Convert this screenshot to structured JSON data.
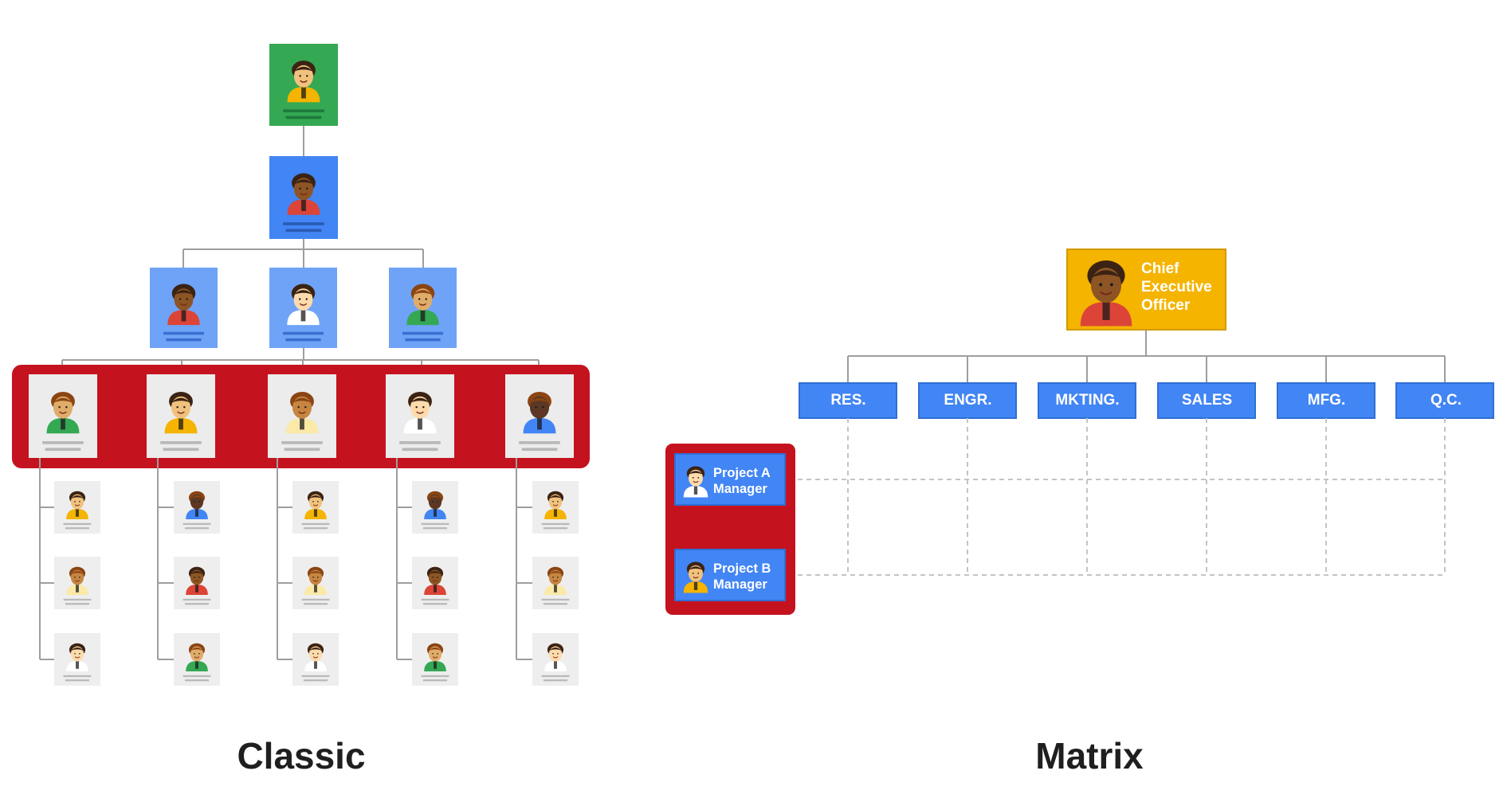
{
  "classic": {
    "caption": "Classic"
  },
  "matrix": {
    "caption": "Matrix",
    "ceo_title": [
      "Chief",
      "Executive",
      "Officer"
    ],
    "departments": [
      "RES.",
      "ENGR.",
      "MKTING.",
      "SALES",
      "MFG.",
      "Q.C."
    ],
    "project_managers": [
      [
        "Project A",
        "Manager"
      ],
      [
        "Project B",
        "Manager"
      ]
    ]
  },
  "colors": {
    "green": "#34a853",
    "blue": "#4285f4",
    "light_blue": "#6fa3f7",
    "red": "#c5121f",
    "yellow": "#f4b400",
    "card_gray": "#e8e8e8",
    "line": "#9e9e9e"
  }
}
